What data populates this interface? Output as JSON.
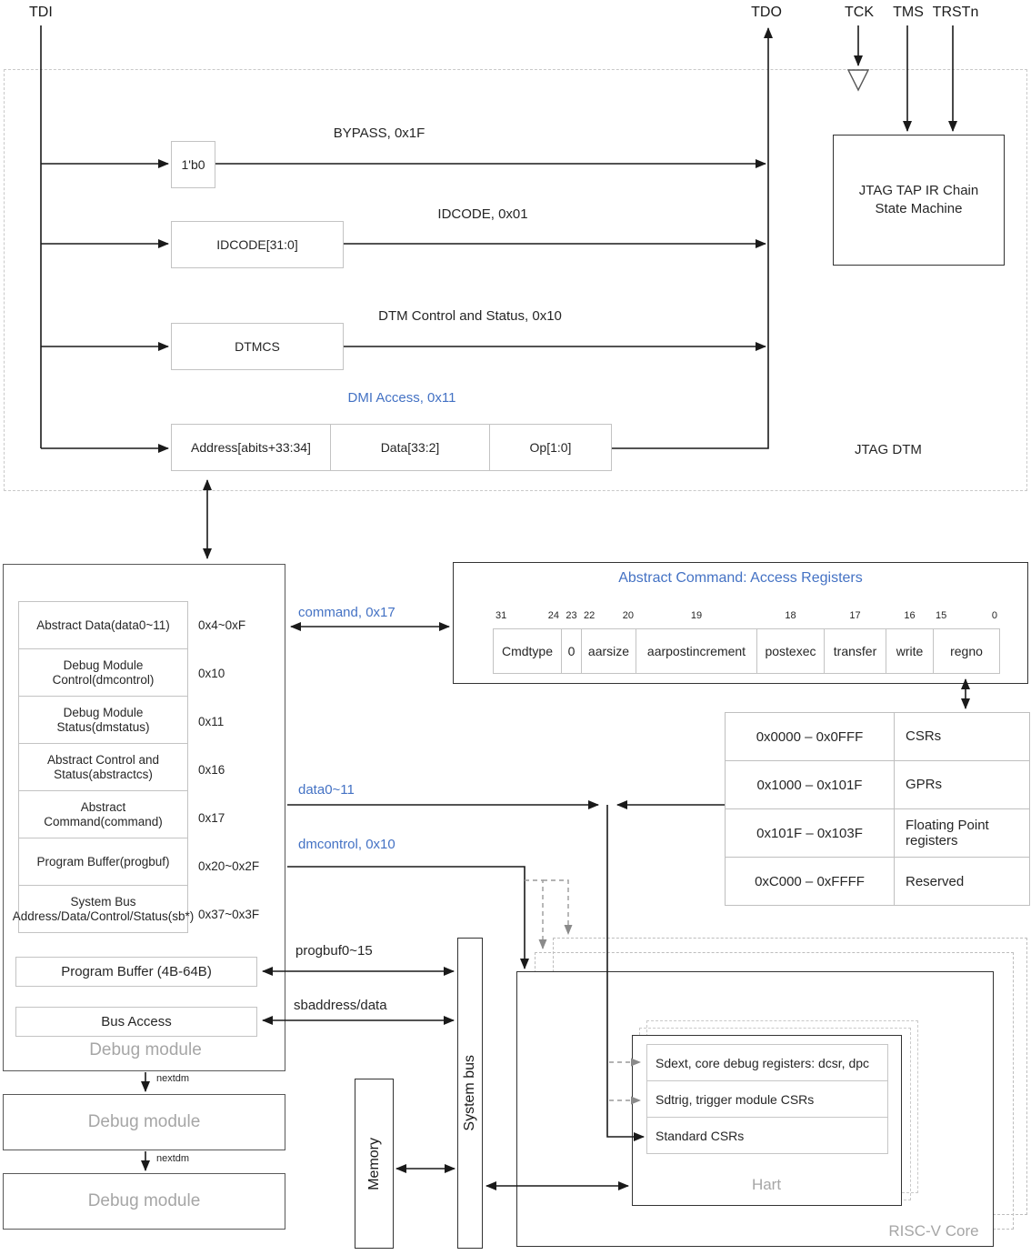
{
  "pins": {
    "tdi": "TDI",
    "tdo": "TDO",
    "tck": "TCK",
    "tms": "TMS",
    "trstn": "TRSTn"
  },
  "jtag_dtm": {
    "container_label": "JTAG DTM",
    "tap_line1": "JTAG TAP IR Chain",
    "tap_line2": "State Machine",
    "bypass_cell": "1'b0",
    "idcode_cell": "IDCODE[31:0]",
    "dtmcs_cell": "DTMCS",
    "dmi_address_cell": "Address[abits+33:34]",
    "dmi_data_cell": "Data[33:2]",
    "dmi_op_cell": "Op[1:0]",
    "bypass_label": "BYPASS, 0x1F",
    "idcode_label": "IDCODE, 0x01",
    "dtmcs_label": "DTM Control and Status, 0x10",
    "dmi_label": "DMI Access, 0x11"
  },
  "debug_module": {
    "registers": [
      {
        "name": "Abstract Data(data0~11)",
        "addr": "0x4~0xF"
      },
      {
        "name": "Debug Module Control(dmcontrol)",
        "addr": "0x10"
      },
      {
        "name": "Debug Module Status(dmstatus)",
        "addr": "0x11"
      },
      {
        "name": "Abstract Control and Status(abstractcs)",
        "addr": "0x16"
      },
      {
        "name": "Abstract Command(command)",
        "addr": "0x17"
      },
      {
        "name": "Program Buffer(progbuf)",
        "addr": "0x20~0x2F"
      },
      {
        "name": "System Bus Address/Data/Control/Status(sb*)",
        "addr": "0x37~0x3F"
      }
    ],
    "program_buffer": "Program Buffer (4B-64B)",
    "bus_access": "Bus Access",
    "label": "Debug module",
    "nextdm_label": "nextdm",
    "module2_label": "Debug module",
    "module3_label": "Debug module"
  },
  "abstract_command": {
    "title": "Abstract Command: Access Registers",
    "fields": [
      {
        "label": "Cmdtype",
        "bit_left": "31",
        "bit_right": "24"
      },
      {
        "label": "0",
        "bit_center": "23"
      },
      {
        "label": "aarsize",
        "bit_left": "22",
        "bit_right": "20"
      },
      {
        "label": "aarpostincrement",
        "bit_center": "19"
      },
      {
        "label": "postexec",
        "bit_center": "18"
      },
      {
        "label": "transfer",
        "bit_center": "17"
      },
      {
        "label": "write",
        "bit_center": "16"
      },
      {
        "label": "regno",
        "bit_left": "15",
        "bit_right": "0"
      }
    ]
  },
  "register_map": {
    "rows": [
      {
        "range": "0x0000 – 0x0FFF",
        "desc": "CSRs"
      },
      {
        "range": "0x1000 – 0x101F",
        "desc": "GPRs"
      },
      {
        "range": "0x101F – 0x103F",
        "desc": "Floating Point registers"
      },
      {
        "range": "0xC000 – 0xFFFF",
        "desc": "Reserved"
      }
    ]
  },
  "bus_labels": {
    "command": "command, 0x17",
    "data": "data0~11",
    "dmcontrol": "dmcontrol, 0x10",
    "progbuf": "progbuf0~15",
    "sbaddress": "sbaddress/data"
  },
  "system": {
    "system_bus": "System bus",
    "memory": "Memory"
  },
  "core": {
    "label": "RISC-V Core",
    "hart_label": "Hart",
    "csr_rows": [
      "Sdext, core debug registers: dcsr, dpc",
      "Sdtrig, trigger module CSRs",
      "Standard CSRs"
    ]
  },
  "colors": {
    "accent_blue": "#4472c4",
    "muted_gray": "#a6a6a6"
  }
}
